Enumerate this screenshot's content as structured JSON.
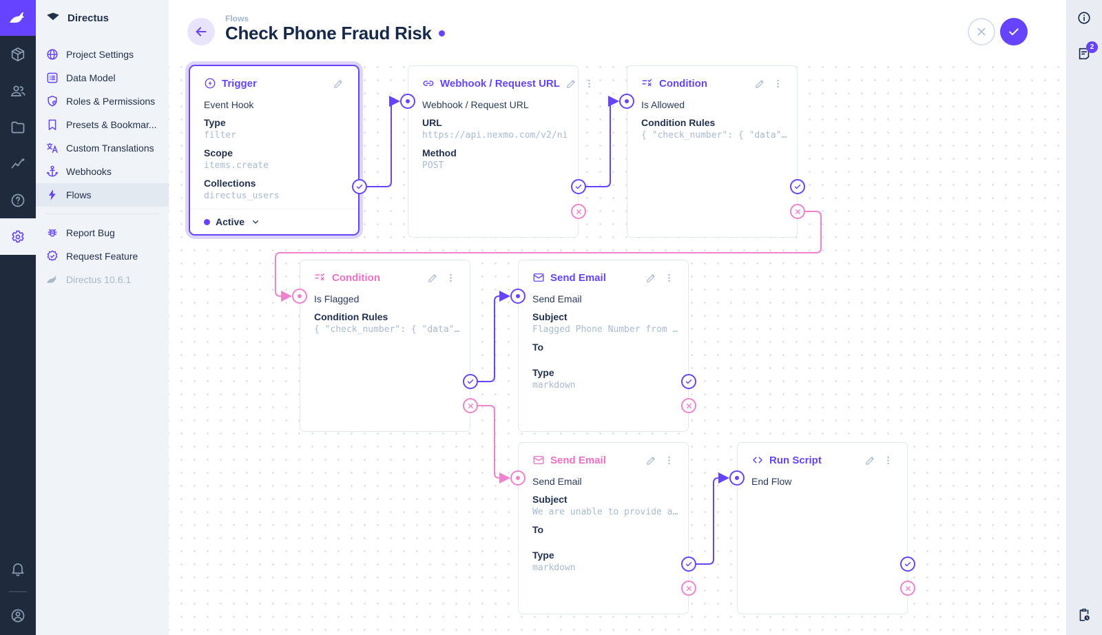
{
  "colors": {
    "primary": "#6644ff",
    "secondary_pink": "#ef82cd",
    "module_bar_bg": "#1f2b3d",
    "sidebar_bg": "#f0f4f9",
    "title_text": "#16294b",
    "muted_value_text": "#a8bbd3"
  },
  "sidebar": {
    "project_name": "Directus",
    "items": [
      {
        "icon": "globe-icon",
        "label": "Project Settings"
      },
      {
        "icon": "data-model-icon",
        "label": "Data Model"
      },
      {
        "icon": "shield-icon",
        "label": "Roles & Permissions"
      },
      {
        "icon": "bookmark-icon",
        "label": "Presets & Bookmar..."
      },
      {
        "icon": "translate-icon",
        "label": "Custom Translations"
      },
      {
        "icon": "anchor-icon",
        "label": "Webhooks"
      },
      {
        "icon": "bolt-icon",
        "label": "Flows"
      }
    ],
    "footer_items": [
      {
        "icon": "bug-icon",
        "label": "Report Bug"
      },
      {
        "icon": "badge-check-icon",
        "label": "Request Feature"
      }
    ],
    "version": "Directus 10.6.1"
  },
  "header": {
    "breadcrumb": "Flows",
    "title": "Check Phone Fraud Risk"
  },
  "right_sidebar": {
    "notifications_badge": "2"
  },
  "panels": {
    "trigger": {
      "title": "Trigger",
      "name": "Event Hook",
      "fields": [
        {
          "label": "Type",
          "value": "filter"
        },
        {
          "label": "Scope",
          "value": "items.create"
        },
        {
          "label": "Collections",
          "value": "directus_users"
        }
      ],
      "status": "Active"
    },
    "webhook": {
      "title": "Webhook / Request URL",
      "name": "Webhook / Request URL",
      "fields": [
        {
          "label": "URL",
          "value": "https://api.nexmo.com/v2/ni"
        },
        {
          "label": "Method",
          "value": "POST"
        }
      ]
    },
    "condition_allowed": {
      "title": "Condition",
      "name": "Is Allowed",
      "fields": [
        {
          "label": "Condition Rules",
          "value": "{ \"check_number\": { \"data\"…"
        }
      ]
    },
    "condition_flagged": {
      "title": "Condition",
      "name": "Is Flagged",
      "fields": [
        {
          "label": "Condition Rules",
          "value": "{ \"check_number\": { \"data\"…"
        }
      ]
    },
    "email_flagged": {
      "title": "Send Email",
      "name": "Send Email",
      "fields": [
        {
          "label": "Subject",
          "value": "Flagged Phone Number from …"
        },
        {
          "label": "To",
          "value": ""
        },
        {
          "label": "Type",
          "value": "markdown"
        }
      ]
    },
    "email_unable": {
      "title": "Send Email",
      "name": "Send Email",
      "fields": [
        {
          "label": "Subject",
          "value": "We are unable to provide a…"
        },
        {
          "label": "To",
          "value": ""
        },
        {
          "label": "Type",
          "value": "markdown"
        }
      ]
    },
    "run_script": {
      "title": "Run Script",
      "name": "End Flow",
      "fields": []
    }
  }
}
